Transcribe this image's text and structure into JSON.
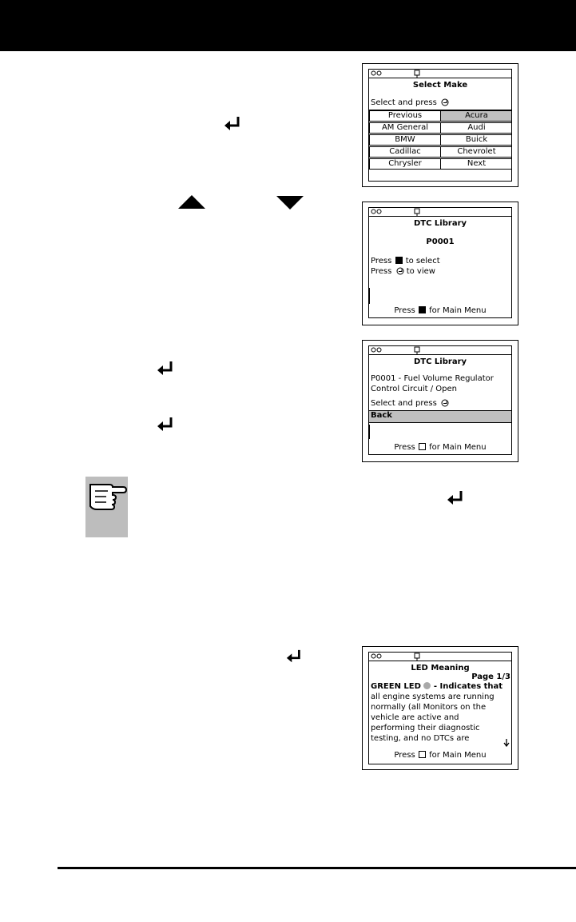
{
  "header": {
    "background": "#000000"
  },
  "icons": {
    "enter": "enter-key-icon",
    "up": "up-arrow-icon",
    "down": "down-arrow-icon",
    "note": "pointing-hand-note-icon",
    "link": "link-status-icon",
    "plug": "connector-icon"
  },
  "screens": {
    "select_make": {
      "title": "Select Make",
      "prompt": "Select and press",
      "items": [
        [
          "Previous",
          "Acura"
        ],
        [
          "AM General",
          "Audi"
        ],
        [
          "BMW",
          "Buick"
        ],
        [
          "Cadillac",
          "Chevrolet"
        ],
        [
          "Chrysler",
          "Next"
        ]
      ],
      "highlighted": "Acura"
    },
    "dtc_entry": {
      "title": "DTC Library",
      "code": "P0001",
      "line1_pre": "Press",
      "line1_post": "to select",
      "line2_pre": "Press",
      "line2_post": "to view",
      "footer_pre": "Press",
      "footer_post": "for Main Menu"
    },
    "dtc_result": {
      "title": "DTC Library",
      "desc1": "P0001 - Fuel Volume Regulator",
      "desc2": "Control Circuit / Open",
      "prompt": "Select and press",
      "option": "Back",
      "footer_pre": "Press",
      "footer_post": "for Main Menu"
    },
    "led_meaning": {
      "title": "LED Meaning",
      "page": "Page 1/3",
      "lines": [
        "GREEN LED",
        "- Indicates that",
        "all engine systems are running",
        "normally (all Monitors on the",
        "vehicle are active and",
        "performing their diagnostic",
        "testing, and no DTCs are"
      ],
      "footer_pre": "Press",
      "footer_post": "for Main Menu"
    }
  },
  "colors": {
    "highlight": "#c0c0c0",
    "note_box": "#bdbdbd"
  }
}
